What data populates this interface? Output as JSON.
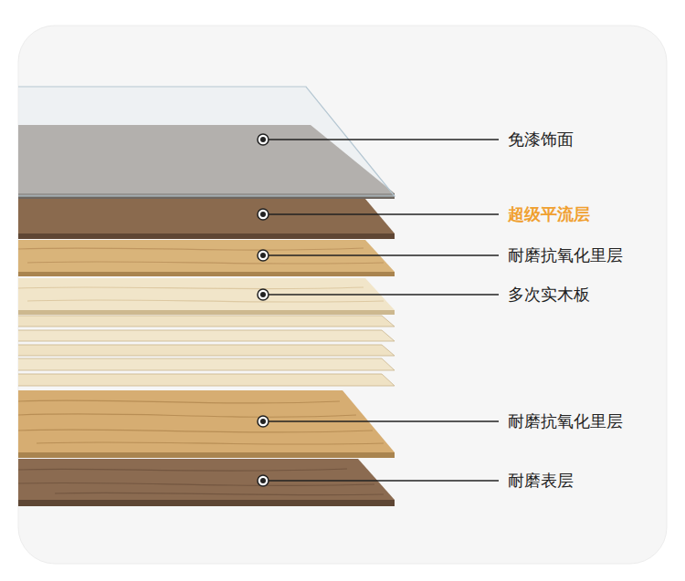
{
  "diagram": {
    "labels": [
      "免漆饰面",
      "超级平流层",
      "耐磨抗氧化里层",
      "多次实木板",
      "耐磨抗氧化里层",
      "耐磨表层"
    ]
  }
}
